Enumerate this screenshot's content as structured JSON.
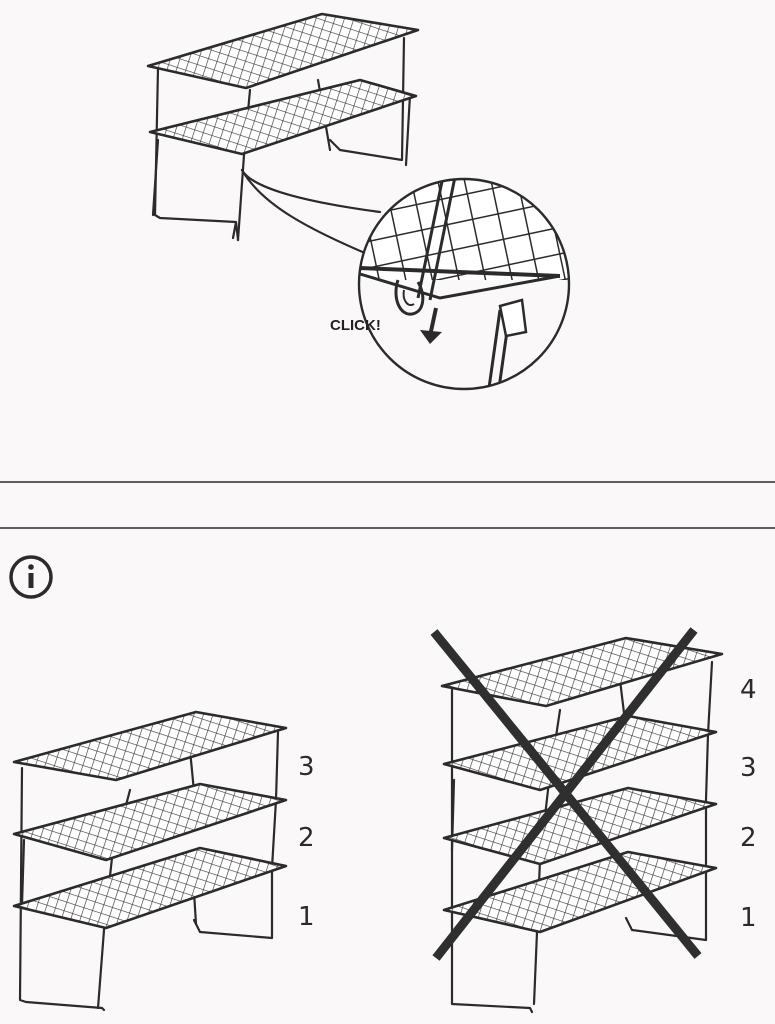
{
  "callout": {
    "text": "CLICK!"
  },
  "info": {
    "icon": "info-icon"
  },
  "correct": {
    "shelf_numbers": [
      "3",
      "2",
      "1"
    ]
  },
  "incorrect": {
    "shelf_numbers": [
      "4",
      "3",
      "2",
      "1"
    ],
    "mark": "cross-icon"
  },
  "colors": {
    "line": "#2b2b2b",
    "background": "#fbf8fa",
    "cross": "#2f2f2f"
  }
}
